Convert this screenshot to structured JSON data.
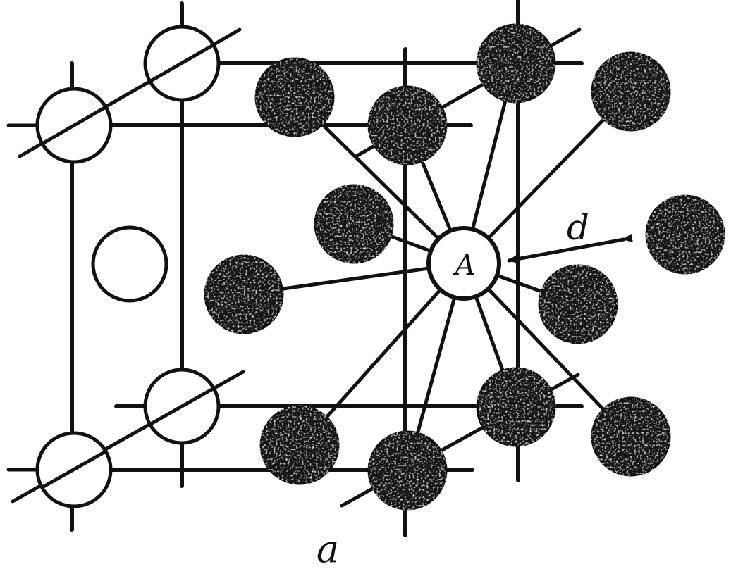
{
  "figure": {
    "center_atom_label": "A",
    "distance_label": "d",
    "caption_label": "a",
    "colors": {
      "ink": "#111111",
      "dark_atom": "#151515",
      "light_atom": "#ffffff",
      "background": "#ffffff"
    }
  }
}
